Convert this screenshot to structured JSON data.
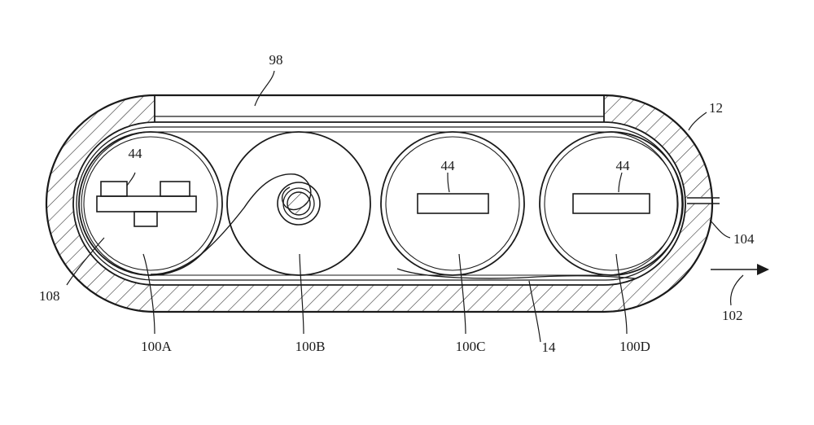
{
  "labels": {
    "l98": "98",
    "l12": "12",
    "l104": "104",
    "l102": "102",
    "l108": "108",
    "l14": "14",
    "l44a": "44",
    "l44c": "44",
    "l44d": "44",
    "l100a": "100A",
    "l100b": "100B",
    "l100c": "100C",
    "l100d": "100D"
  },
  "colors": {
    "line": "#1a1a1a",
    "background": "#ffffff",
    "hatch": "#333333"
  }
}
